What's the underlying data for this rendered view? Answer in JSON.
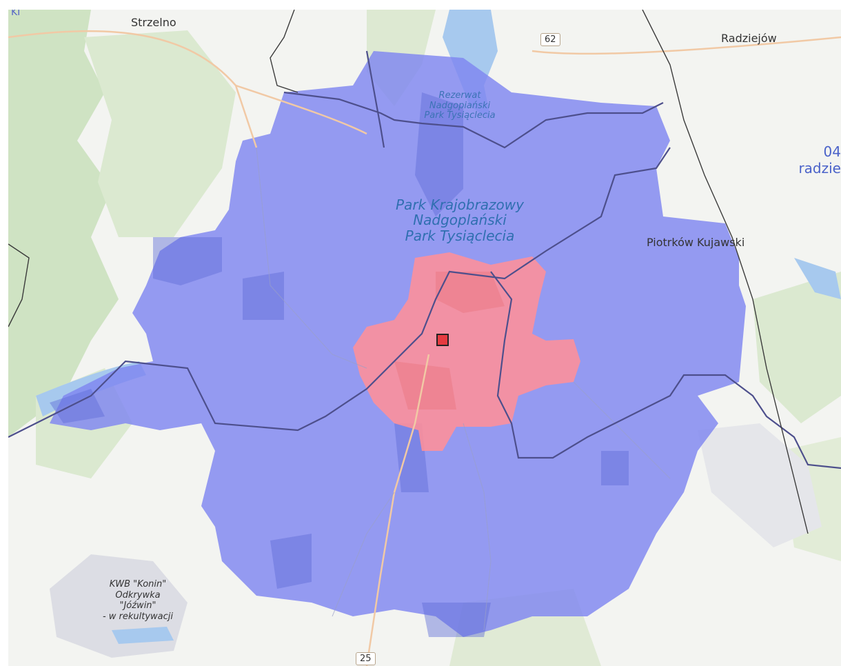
{
  "map": {
    "towns": {
      "strzelno": "Strzelno",
      "radziejow": "Radziejów",
      "piotrkow": "Piotrków Kujawski"
    },
    "park": {
      "reserve": [
        "Rezerwat",
        "Nadgopiański",
        "Park Tysiąclecia"
      ],
      "landscape_park": [
        "Park Krajobrazowy",
        "Nadgoplański",
        "Park Tysiąclecia"
      ]
    },
    "mine": [
      "KWB \"Konin\"",
      "Odkrywka",
      "\"Jóźwin\"",
      "- w rekultywacji"
    ],
    "district": [
      "04",
      "radzie"
    ],
    "roads": {
      "r62": "62",
      "r25": "25"
    },
    "edge_fragment": "KI",
    "colors": {
      "outer_zone": "#7f86f0",
      "inner_zone": "#ff8f99",
      "marker": "#e53b40",
      "forest": "#cfe3c3",
      "water": "#a7c9ee",
      "boundary": "#4d4f8c"
    },
    "icons": {
      "marker": "site-marker-icon"
    }
  }
}
